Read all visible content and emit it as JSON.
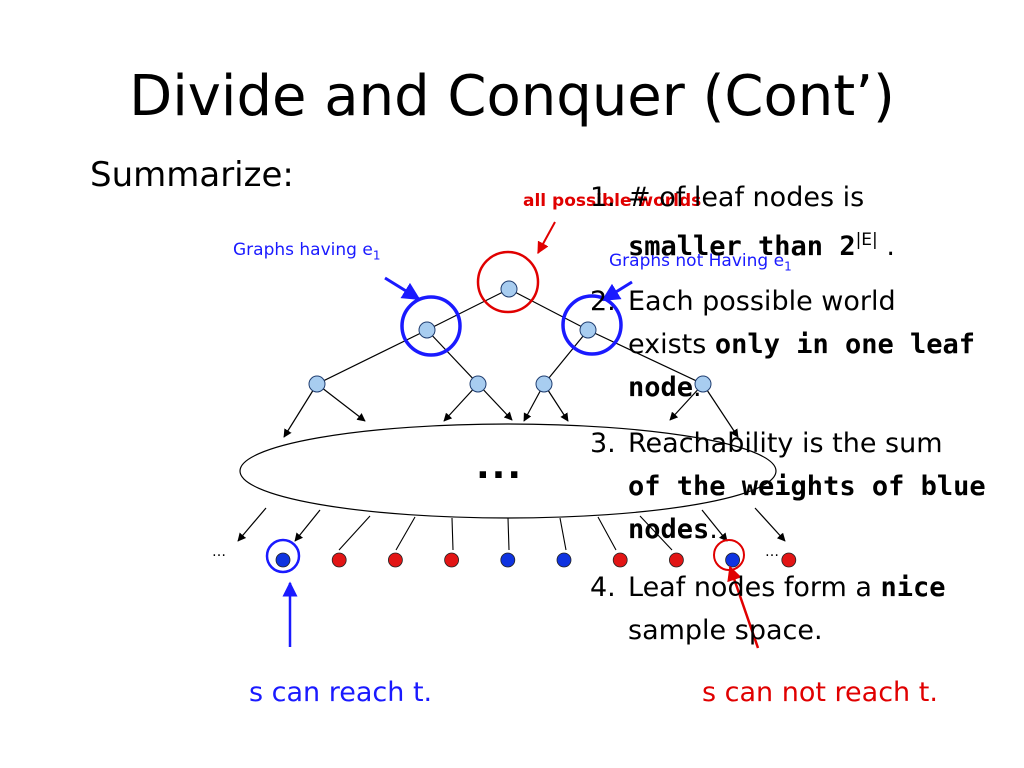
{
  "title": "Divide and Conquer (Cont’)",
  "subtitle": "Summarize:",
  "labels": {
    "graphs_having": "Graphs having e",
    "graphs_having_sub": "1",
    "all_worlds": "all possible worlds",
    "graphs_not_having": "Graphs not Having e",
    "graphs_not_having_sub": "1",
    "ellipsis_big": "...",
    "ellipsis_left": "…",
    "ellipsis_right": "…",
    "s_reach": "s can reach t.",
    "s_not_reach": "s can not reach t."
  },
  "points": [
    {
      "num": "1.",
      "a": "# of leaf nodes is",
      "b_bold": "smaller than 2",
      "b_sup": "|E|",
      "b_tail": " ."
    },
    {
      "num": "2.",
      "a": "Each possible world",
      "b": "exists ",
      "b_bold": "only in one leaf",
      "c_bold": "node",
      "c_tail": "."
    },
    {
      "num": "3.",
      "a": "Reachability is the sum",
      "b_bold": "of the weights of blue",
      "c_bold": "nodes",
      "c_tail": "."
    },
    {
      "num": "4.",
      "a": "Leaf nodes form a ",
      "a_bold": "nice",
      "b": "sample space."
    }
  ],
  "leaves": [
    "blue",
    "red",
    "red",
    "red",
    "blue",
    "blue",
    "red",
    "red",
    "blue",
    "red"
  ],
  "colors": {
    "blue": "#1a1aff",
    "red": "#e00000",
    "node_fill": "#a8cdf0",
    "leaf_blue": "#0f33e0",
    "leaf_red": "#e21515"
  }
}
